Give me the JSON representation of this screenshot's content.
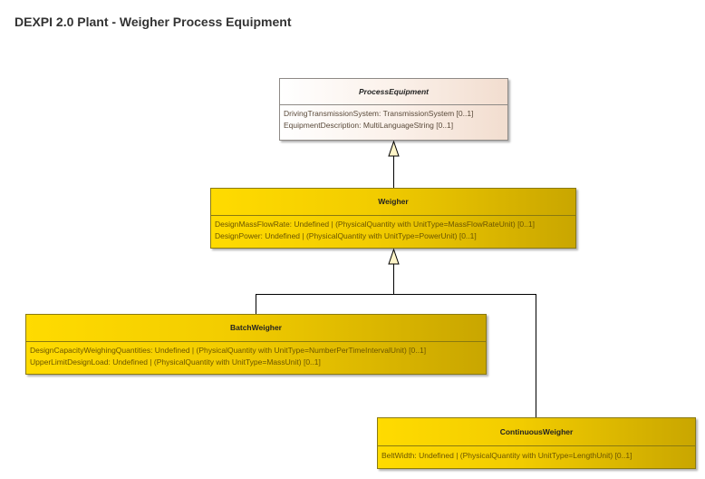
{
  "diagram": {
    "title": "DEXPI 2.0 Plant - Weigher Process Equipment"
  },
  "classes": {
    "process_equipment": {
      "name": "ProcessEquipment",
      "abstract": true,
      "attributes": [
        "DrivingTransmissionSystem: TransmissionSystem [0..1]",
        "EquipmentDescription: MultiLanguageString [0..1]"
      ]
    },
    "weigher": {
      "name": "Weigher",
      "attributes": [
        "DesignMassFlowRate: Undefined | (PhysicalQuantity with UnitType=MassFlowRateUnit) [0..1]",
        "DesignPower: Undefined | (PhysicalQuantity with UnitType=PowerUnit) [0..1]"
      ]
    },
    "batch_weigher": {
      "name": "BatchWeigher",
      "attributes": [
        "DesignCapacityWeighingQuantities: Undefined | (PhysicalQuantity with UnitType=NumberPerTimeIntervalUnit) [0..1]",
        "UpperLimitDesignLoad: Undefined | (PhysicalQuantity with UnitType=MassUnit) [0..1]"
      ]
    },
    "continuous_weigher": {
      "name": "ContinuousWeigher",
      "attributes": [
        "BeltWidth: Undefined | (PhysicalQuantity with UnitType=LengthUnit) [0..1]"
      ]
    }
  },
  "colors": {
    "concrete_class": "#f2cc00",
    "abstract_class": "#fbf1ea",
    "connector": "#000000"
  }
}
